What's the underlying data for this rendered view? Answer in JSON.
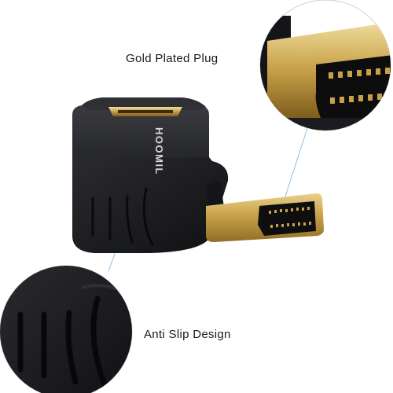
{
  "labels": {
    "gold_plated_plug": "Gold Plated Plug",
    "anti_slip_design": "Anti Slip Design"
  },
  "product": {
    "brand_text": "HOOMIL"
  },
  "colors": {
    "background": "#ffffff",
    "body": "#1b1c1f",
    "gold": "#c9a24a",
    "callout_line": "#8fbfe0"
  }
}
